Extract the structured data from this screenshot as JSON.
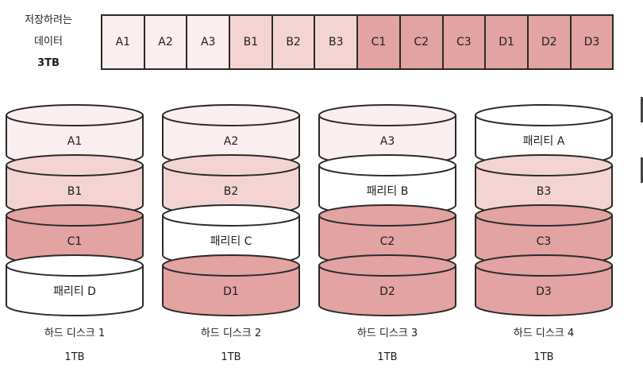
{
  "source_data": {
    "label_line1": "저장하려는",
    "label_line2": "데이터",
    "label_size": "3TB",
    "blocks": [
      {
        "label": "A1",
        "color": "#fbeeee"
      },
      {
        "label": "A2",
        "color": "#fbeeee"
      },
      {
        "label": "A3",
        "color": "#fbeeee"
      },
      {
        "label": "B1",
        "color": "#f4d4d2"
      },
      {
        "label": "B2",
        "color": "#f4d4d2"
      },
      {
        "label": "B3",
        "color": "#f4d4d2"
      },
      {
        "label": "C1",
        "color": "#e3a3a0"
      },
      {
        "label": "C2",
        "color": "#e3a3a0"
      },
      {
        "label": "C3",
        "color": "#e3a3a0"
      },
      {
        "label": "D1",
        "color": "#e3a3a0"
      },
      {
        "label": "D2",
        "color": "#e3a3a0"
      },
      {
        "label": "D3",
        "color": "#e3a3a0"
      }
    ]
  },
  "colors": {
    "a": "#fbeeee",
    "b": "#f4d4d2",
    "c": "#e3a3a0",
    "d": "#e3a3a0",
    "parity": "#ffffff",
    "outline": "#2a2a2a"
  },
  "disks": [
    {
      "name": "하드 디스크 1",
      "size": "1TB",
      "segments": [
        {
          "label": "A1",
          "color": "#fbeeee"
        },
        {
          "label": "B1",
          "color": "#f4d4d2"
        },
        {
          "label": "C1",
          "color": "#e3a3a0"
        },
        {
          "label": "패리티 D",
          "color": "#ffffff"
        }
      ]
    },
    {
      "name": "하드 디스크 2",
      "size": "1TB",
      "segments": [
        {
          "label": "A2",
          "color": "#fbeeee"
        },
        {
          "label": "B2",
          "color": "#f4d4d2"
        },
        {
          "label": "패리티 C",
          "color": "#ffffff"
        },
        {
          "label": "D1",
          "color": "#e3a3a0"
        }
      ]
    },
    {
      "name": "하드 디스크 3",
      "size": "1TB",
      "segments": [
        {
          "label": "A3",
          "color": "#fbeeee"
        },
        {
          "label": "패리티 B",
          "color": "#ffffff"
        },
        {
          "label": "C2",
          "color": "#e3a3a0"
        },
        {
          "label": "D2",
          "color": "#e3a3a0"
        }
      ]
    },
    {
      "name": "하드 디스크 4",
      "size": "1TB",
      "segments": [
        {
          "label": "패리티 A",
          "color": "#ffffff"
        },
        {
          "label": "B3",
          "color": "#f4d4d2"
        },
        {
          "label": "C3",
          "color": "#e3a3a0"
        },
        {
          "label": "D3",
          "color": "#e3a3a0"
        }
      ]
    }
  ]
}
